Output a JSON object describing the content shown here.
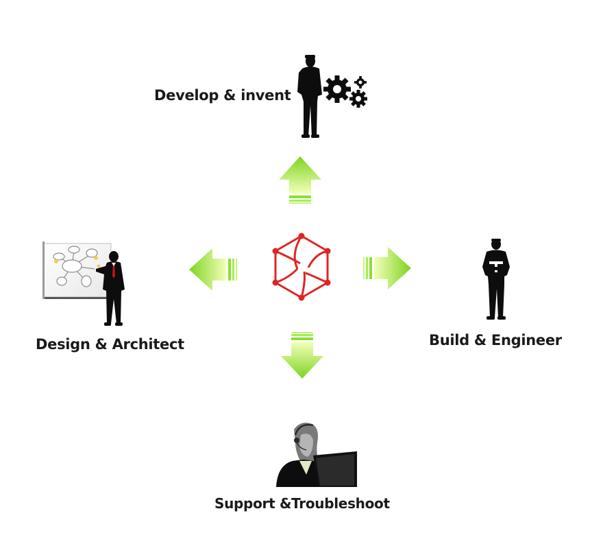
{
  "roles": {
    "top": "Develop & invent",
    "left": "Design & Architect",
    "right": "Build & Engineer",
    "bottom": "Support &Troubleshoot"
  },
  "colors": {
    "arrow_light": "#f2ffb8",
    "arrow_dark": "#7ed321",
    "logo": "#e02424",
    "silhouette": "#0d0d0d"
  },
  "icons": {
    "top": "engineer-with-gears-icon",
    "left": "presenter-at-whiteboard-icon",
    "right": "worker-holding-tool-icon",
    "bottom": "support-agent-with-headset-icon",
    "center": "hexagon-logo-icon"
  }
}
